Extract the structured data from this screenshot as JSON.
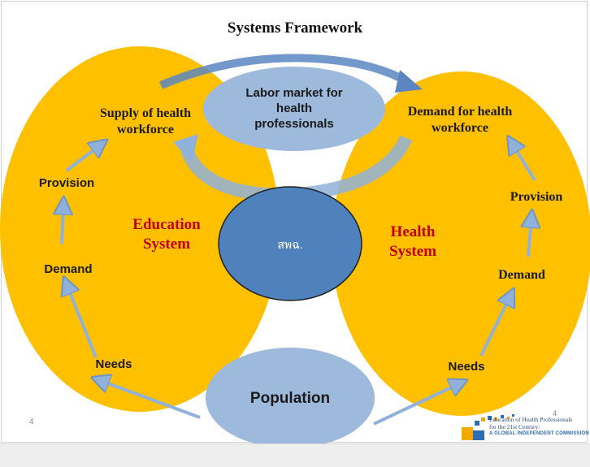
{
  "title": "Systems Framework",
  "labor_market": {
    "line1": "Labor market for",
    "line2": "health",
    "line3": "professionals"
  },
  "left": {
    "supply_line1": "Supply of health",
    "supply_line2": "workforce",
    "provision": "Provision",
    "system_line1": "Education",
    "system_line2": "System",
    "demand": "Demand",
    "needs": "Needs"
  },
  "right": {
    "demand_line1": "Demand for health",
    "demand_line2": "workforce",
    "provision": "Provision",
    "system_line1": "Health",
    "system_line2": "System",
    "demand": "Demand",
    "needs": "Needs"
  },
  "center_label": "สพฉ.",
  "population": "Population",
  "slide_number": "4",
  "overlap_number": "4",
  "logo": {
    "line1": "Education of Health Professionals",
    "line2": "for the 21st Century:",
    "line3": "A GLOBAL INDEPENDENT COMMISSION"
  },
  "colors": {
    "orange": "#ffc000",
    "blue_oval": "#9db9dc",
    "dark_blue": "#4f81bd",
    "arrow_blue": "#8fb1da",
    "red_text": "#c00000"
  }
}
